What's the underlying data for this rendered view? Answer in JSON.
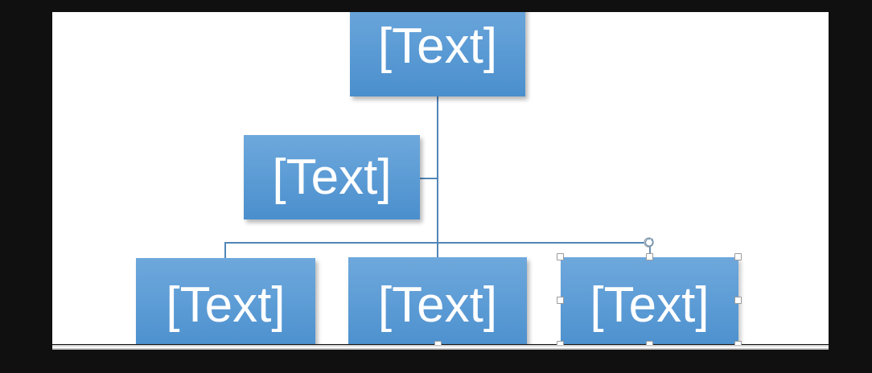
{
  "app": {
    "surface": "slide-canvas",
    "background_color": "#101010",
    "canvas_color": "#ffffff"
  },
  "diagram": {
    "type": "organization-chart",
    "accent_color": "#5e9dd6",
    "connector_color": "#5186b8",
    "text_color": "#ffffff",
    "nodes": [
      {
        "id": "root",
        "label": "[Text]",
        "level": 1,
        "selected": false
      },
      {
        "id": "assistant",
        "label": "[Text]",
        "level": 2,
        "selected": false
      },
      {
        "id": "child-1",
        "label": "[Text]",
        "level": 3,
        "selected": false
      },
      {
        "id": "child-2",
        "label": "[Text]",
        "level": 3,
        "selected": false
      },
      {
        "id": "child-3",
        "label": "[Text]",
        "level": 3,
        "selected": true
      }
    ]
  },
  "selection": {
    "target_node": "child-3",
    "handle_count": 8,
    "rotation_handle": "rotate-icon",
    "handles": [
      "handle-top-left",
      "handle-top-center",
      "handle-top-right",
      "handle-middle-left",
      "handle-middle-right",
      "handle-bottom-left",
      "handle-bottom-center",
      "handle-bottom-right"
    ]
  },
  "icons": {
    "rotate": "rotate-icon"
  }
}
